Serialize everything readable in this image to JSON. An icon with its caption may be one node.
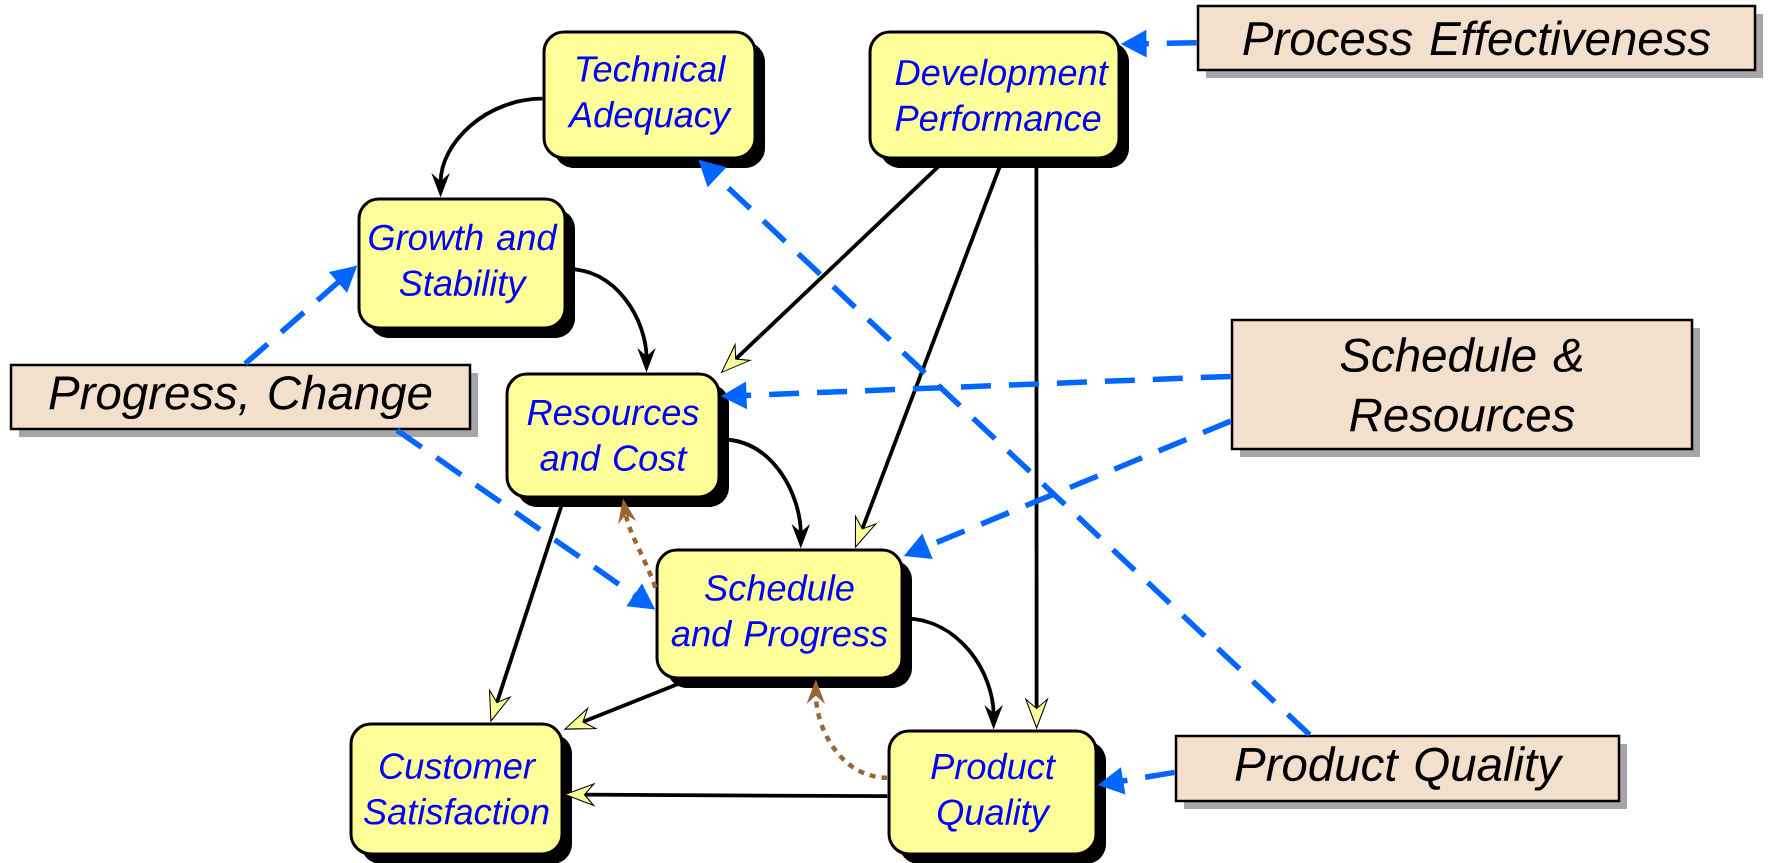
{
  "diagram": {
    "nodes": [
      {
        "text": [
          "Technical Adequacy"
        ]
      },
      {
        "text": [
          "Development Performance"
        ]
      },
      {
        "text": [
          "Growth and Stability"
        ]
      },
      {
        "text": [
          "Resources and Cost"
        ]
      },
      {
        "text": [
          "Schedule and Progress"
        ]
      },
      {
        "text": [
          "Customer Satisfaction"
        ]
      },
      {
        "text": [
          "Product Quality"
        ]
      },
      {
        "text": [
          "Process Effectiveness"
        ]
      },
      {
        "text": [
          "Schedule & Resources"
        ]
      },
      {
        "text": [
          "Progress, Change"
        ]
      },
      {
        "text": [
          "Product Quality"
        ]
      }
    ],
    "edges": [
      {
        "from": 0,
        "to": 2,
        "arrow": "to"
      },
      {
        "from": 2,
        "to": 3,
        "arrow": "to"
      },
      {
        "from": 3,
        "to": 4,
        "arrow": "to"
      },
      {
        "from": 4,
        "to": 6,
        "arrow": "to"
      },
      {
        "from": 1,
        "to": 3,
        "arrow": "to"
      },
      {
        "from": 1,
        "to": 4,
        "arrow": "to"
      },
      {
        "from": 1,
        "to": 6,
        "arrow": "to"
      },
      {
        "from": 3,
        "to": 5,
        "arrow": "to"
      },
      {
        "from": 4,
        "to": 5,
        "arrow": "to"
      },
      {
        "from": 6,
        "to": 5,
        "arrow": "to"
      },
      {
        "from": 4,
        "to": 3,
        "arrow": "to",
        "style": "dashed",
        "color": "#996633"
      },
      {
        "from": 6,
        "to": 4,
        "arrow": "to",
        "style": "dashed",
        "color": "#996633"
      },
      {
        "from": 7,
        "to": 1,
        "arrow": "to",
        "style": "dashed",
        "color": "#0066ff"
      },
      {
        "from": 8,
        "to": 3,
        "arrow": "to",
        "style": "dashed",
        "color": "#0066ff"
      },
      {
        "from": 8,
        "to": 4,
        "arrow": "to",
        "style": "dashed",
        "color": "#0066ff"
      },
      {
        "from": 9,
        "to": 2,
        "arrow": "to",
        "style": "dashed",
        "color": "#0066ff"
      },
      {
        "from": 9,
        "to": 4,
        "arrow": "to",
        "style": "dashed",
        "color": "#0066ff"
      },
      {
        "from": 10,
        "to": 6,
        "arrow": "to",
        "style": "dashed",
        "color": "#0066ff"
      },
      {
        "from": 10,
        "to": 0,
        "arrow": "to",
        "style": "dashed",
        "color": "#0066ff"
      }
    ]
  }
}
